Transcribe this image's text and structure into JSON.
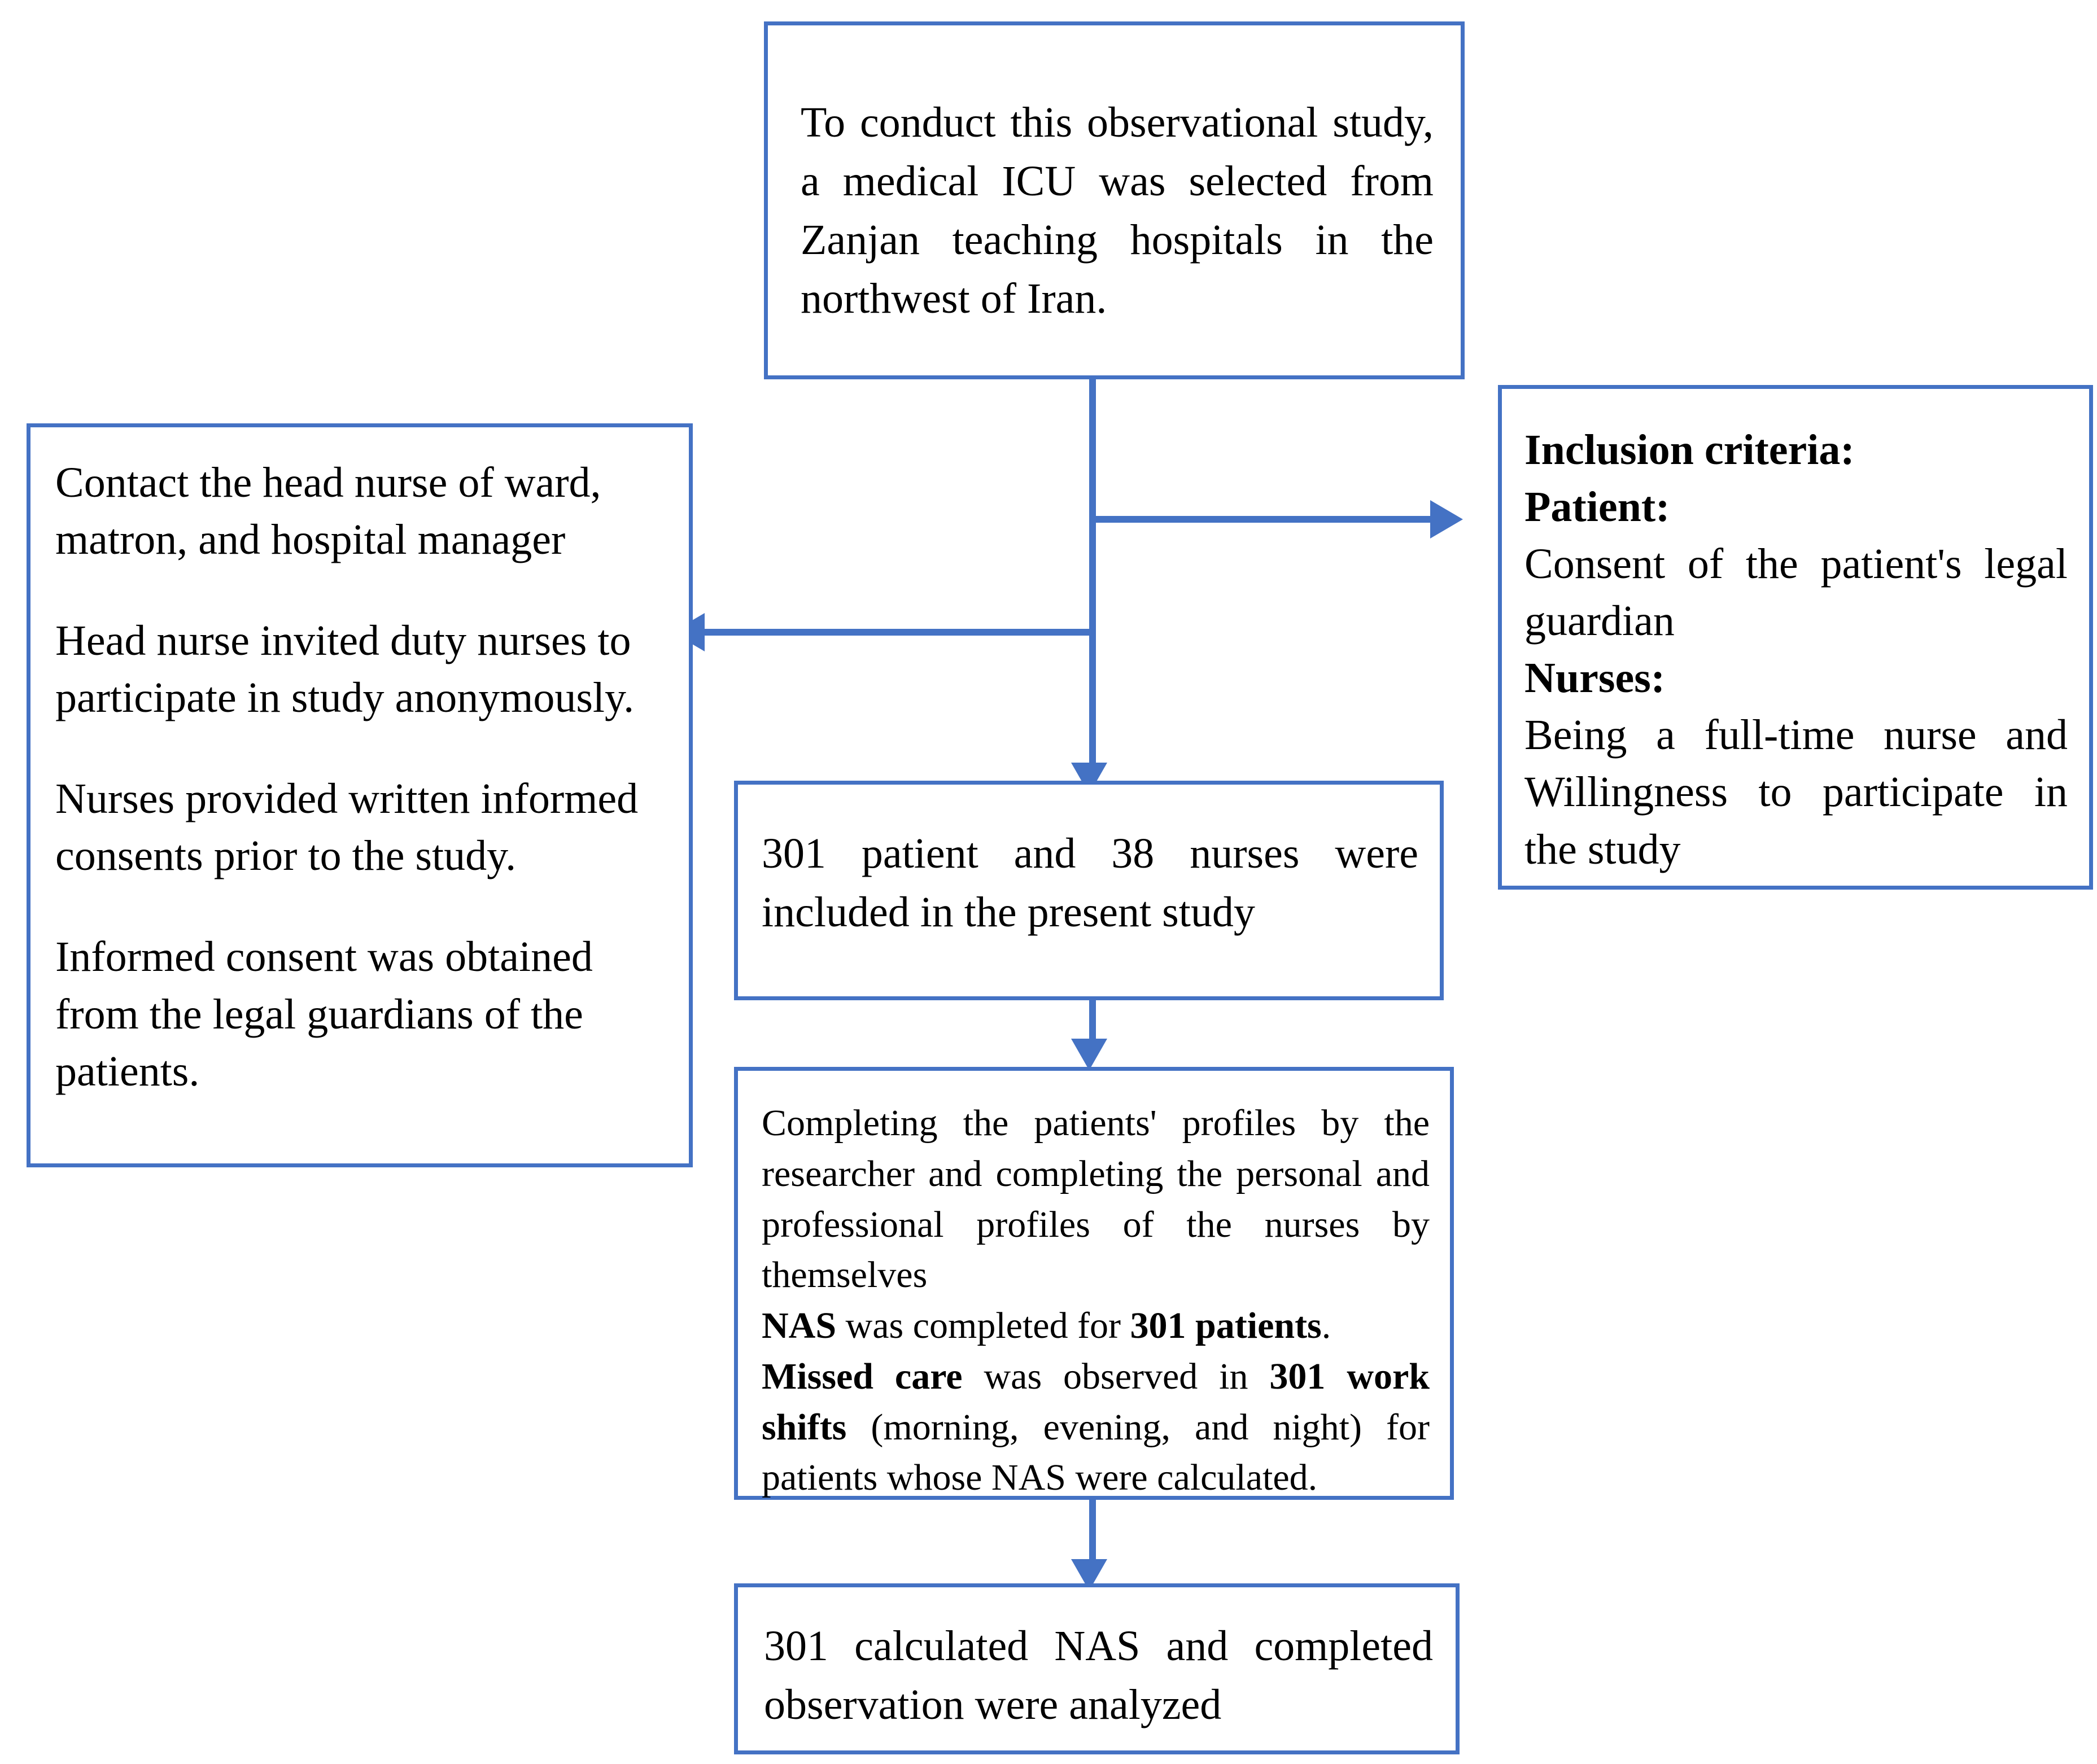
{
  "diagram": {
    "title": "Study flow diagram",
    "colors": {
      "connector": "#4472C4",
      "box_border": "#4472C4",
      "background": "#FFFFFF",
      "text": "#000000"
    },
    "nodes": {
      "study_setting": {
        "text": "To conduct this observational study, a medical ICU was selected from Zanjan teaching hospitals in the northwest of Iran."
      },
      "contact_consent": {
        "paragraph_1": "Contact the head nurse of ward, matron, and hospital manager",
        "paragraph_2": "Head nurse invited duty nurses to participate in study anonymously.",
        "paragraph_3": "Nurses provided written informed consents prior to the study.",
        "paragraph_4": "Informed consent was obtained from the legal guardians of the patients."
      },
      "inclusion_criteria": {
        "heading": "Inclusion criteria:",
        "patient_label": "Patient:",
        "patient_text": "Consent of the patient's legal guardian",
        "nurses_label": "Nurses:",
        "nurses_text": "Being a full-time nurse and Willingness to participate in the study"
      },
      "included": {
        "text": "301 patient and 38 nurses were included in the present study"
      },
      "completing": {
        "paragraph_1": "Completing the patients' profiles by the researcher and completing the personal and professional profiles of the nurses by themselves",
        "line_2_bold_1": "NAS",
        "line_2_mid": " was completed for ",
        "line_2_bold_2": "301 patients",
        "line_2_end": ".",
        "line_3_bold_1": "Missed care",
        "line_3_mid": " was observed in ",
        "line_3_bold_2": "301 work shifts",
        "line_3_end": " (morning, evening, and night) for patients whose NAS were calculated."
      },
      "analyzed": {
        "text": "301 calculated NAS and completed observation were analyzed"
      }
    },
    "connectors": {
      "study_to_inclusion": "arrow-right",
      "study_to_contact": "arrow-left",
      "study_to_included": "arrow-down",
      "included_to_completing": "arrow-down",
      "completing_to_analyzed": "arrow-down"
    }
  }
}
